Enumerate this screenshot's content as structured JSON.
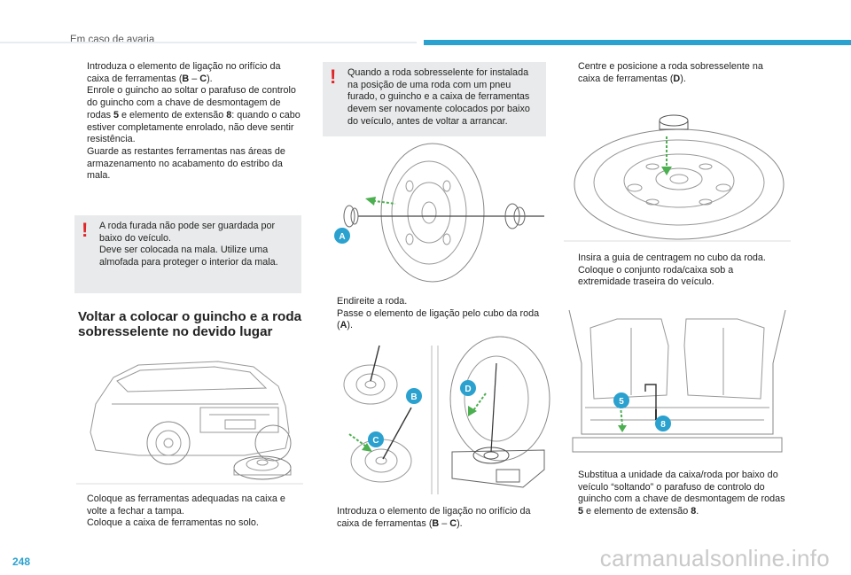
{
  "header": {
    "section": "Em caso de avaria"
  },
  "page_number": "248",
  "watermark": "carmanualsonline.info",
  "col1": {
    "bullets": [
      {
        "parts": [
          {
            "t": "Introduza o elemento de ligação no orifício da caixa de ferramentas ("
          },
          {
            "t": "B",
            "b": true
          },
          {
            "t": " – "
          },
          {
            "t": "C",
            "b": true
          },
          {
            "t": ")."
          }
        ]
      },
      {
        "parts": [
          {
            "t": "Enrole o guincho ao soltar o parafuso de controlo do guincho com a chave de desmontagem de rodas "
          },
          {
            "t": "5",
            "b": true
          },
          {
            "t": " e elemento de extensão "
          },
          {
            "t": "8",
            "b": true
          },
          {
            "t": ": quando o cabo estiver completamente enrolado, não deve sentir resistência."
          }
        ]
      },
      {
        "parts": [
          {
            "t": "Guarde as restantes ferramentas nas áreas de armazenamento no acabamento do estribo da mala."
          }
        ]
      }
    ],
    "warning": [
      "A roda furada não pode ser guardada por baixo do veículo.",
      "Deve ser colocada na mala. Utilize uma almofada para proteger o interior da mala."
    ],
    "heading_line1": "Voltar a colocar o guincho e a roda",
    "heading_line2": "sobresselente no devido lugar",
    "bullets_bottom": [
      "Coloque as ferramentas adequadas na caixa e volte a fechar a tampa.",
      "Coloque a caixa de ferramentas no solo."
    ]
  },
  "col2": {
    "warning": "Quando a roda sobresselente for instalada na posição de uma roda com um pneu furado, o guincho e a caixa de ferramentas devem ser novamente colocados por baixo do veículo, antes de voltar a arrancar.",
    "bullets_mid": [
      {
        "parts": [
          {
            "t": "Endireite a roda."
          }
        ]
      },
      {
        "parts": [
          {
            "t": "Passe o elemento de ligação pelo cubo da roda ("
          },
          {
            "t": "A",
            "b": true
          },
          {
            "t": ")."
          }
        ]
      }
    ],
    "bullets_bottom": [
      {
        "parts": [
          {
            "t": "Introduza o elemento de ligação no orifício da caixa de ferramentas ("
          },
          {
            "t": "B",
            "b": true
          },
          {
            "t": " – "
          },
          {
            "t": "C",
            "b": true
          },
          {
            "t": ")."
          }
        ]
      }
    ]
  },
  "col3": {
    "bullets_top": [
      {
        "parts": [
          {
            "t": "Centre e posicione a roda sobresselente na caixa de ferramentas ("
          },
          {
            "t": "D",
            "b": true
          },
          {
            "t": ")."
          }
        ]
      }
    ],
    "bullets_mid": [
      {
        "parts": [
          {
            "t": "Insira a guia de centragem no cubo da roda."
          }
        ]
      },
      {
        "parts": [
          {
            "t": "Coloque o conjunto roda/caixa sob a extremidade traseira do veículo."
          }
        ]
      }
    ],
    "bullets_bottom": [
      {
        "parts": [
          {
            "t": "Substitua a unidade da caixa/roda por baixo do veículo “soltando” o parafuso de controlo do guincho com a chave de desmontagem de rodas "
          },
          {
            "t": "5",
            "b": true
          },
          {
            "t": " e elemento de extensão "
          },
          {
            "t": "8",
            "b": true
          },
          {
            "t": "."
          }
        ]
      }
    ]
  },
  "callouts": {
    "a": "A",
    "b": "B",
    "c": "C",
    "d": "D",
    "five": "5",
    "eight": "8"
  },
  "bullet_marker": "",
  "colors": {
    "accent": "#2aa1cf",
    "warning_red": "#e0252a",
    "warning_bg": "#e9eaeb",
    "arrow_green": "#4caf50"
  }
}
